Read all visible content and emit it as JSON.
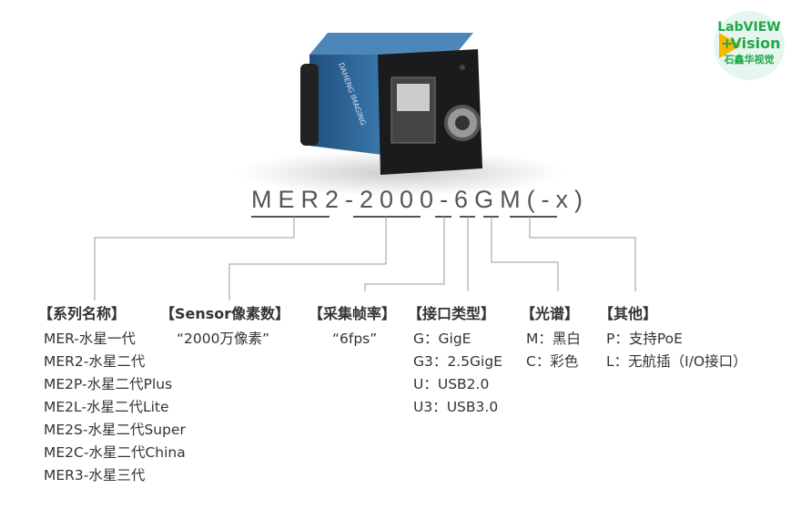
{
  "model_code": "MER2-2000-6GM(-x)",
  "logo": {
    "line1": "LabVIEW",
    "line2": "Vision",
    "line3": "石鑫华视觉"
  },
  "camera_brand": "DAHENG IMAGING",
  "columns": [
    {
      "header": "【系列名称】",
      "items": [
        "MER-水星一代",
        "MER2-水星二代",
        "ME2P-水星二代Plus",
        "ME2L-水星二代Lite",
        "ME2S-水星二代Super",
        "ME2C-水星二代China",
        "MER3-水星三代"
      ]
    },
    {
      "header": "【Sensor像素数】",
      "items": [
        "“2000万像素”"
      ]
    },
    {
      "header": "【采集帧率】",
      "items": [
        "“6fps”"
      ]
    },
    {
      "header": "【接口类型】",
      "items": [
        "G：GigE",
        "G3：2.5GigE",
        "U：USB2.0",
        "U3：USB3.0"
      ]
    },
    {
      "header": "【光谱】",
      "items": [
        "M：黑白",
        "C：彩色"
      ]
    },
    {
      "header": "【其他】",
      "items": [
        "P：支持PoE",
        "L：无航插（I/O接口）"
      ]
    }
  ]
}
